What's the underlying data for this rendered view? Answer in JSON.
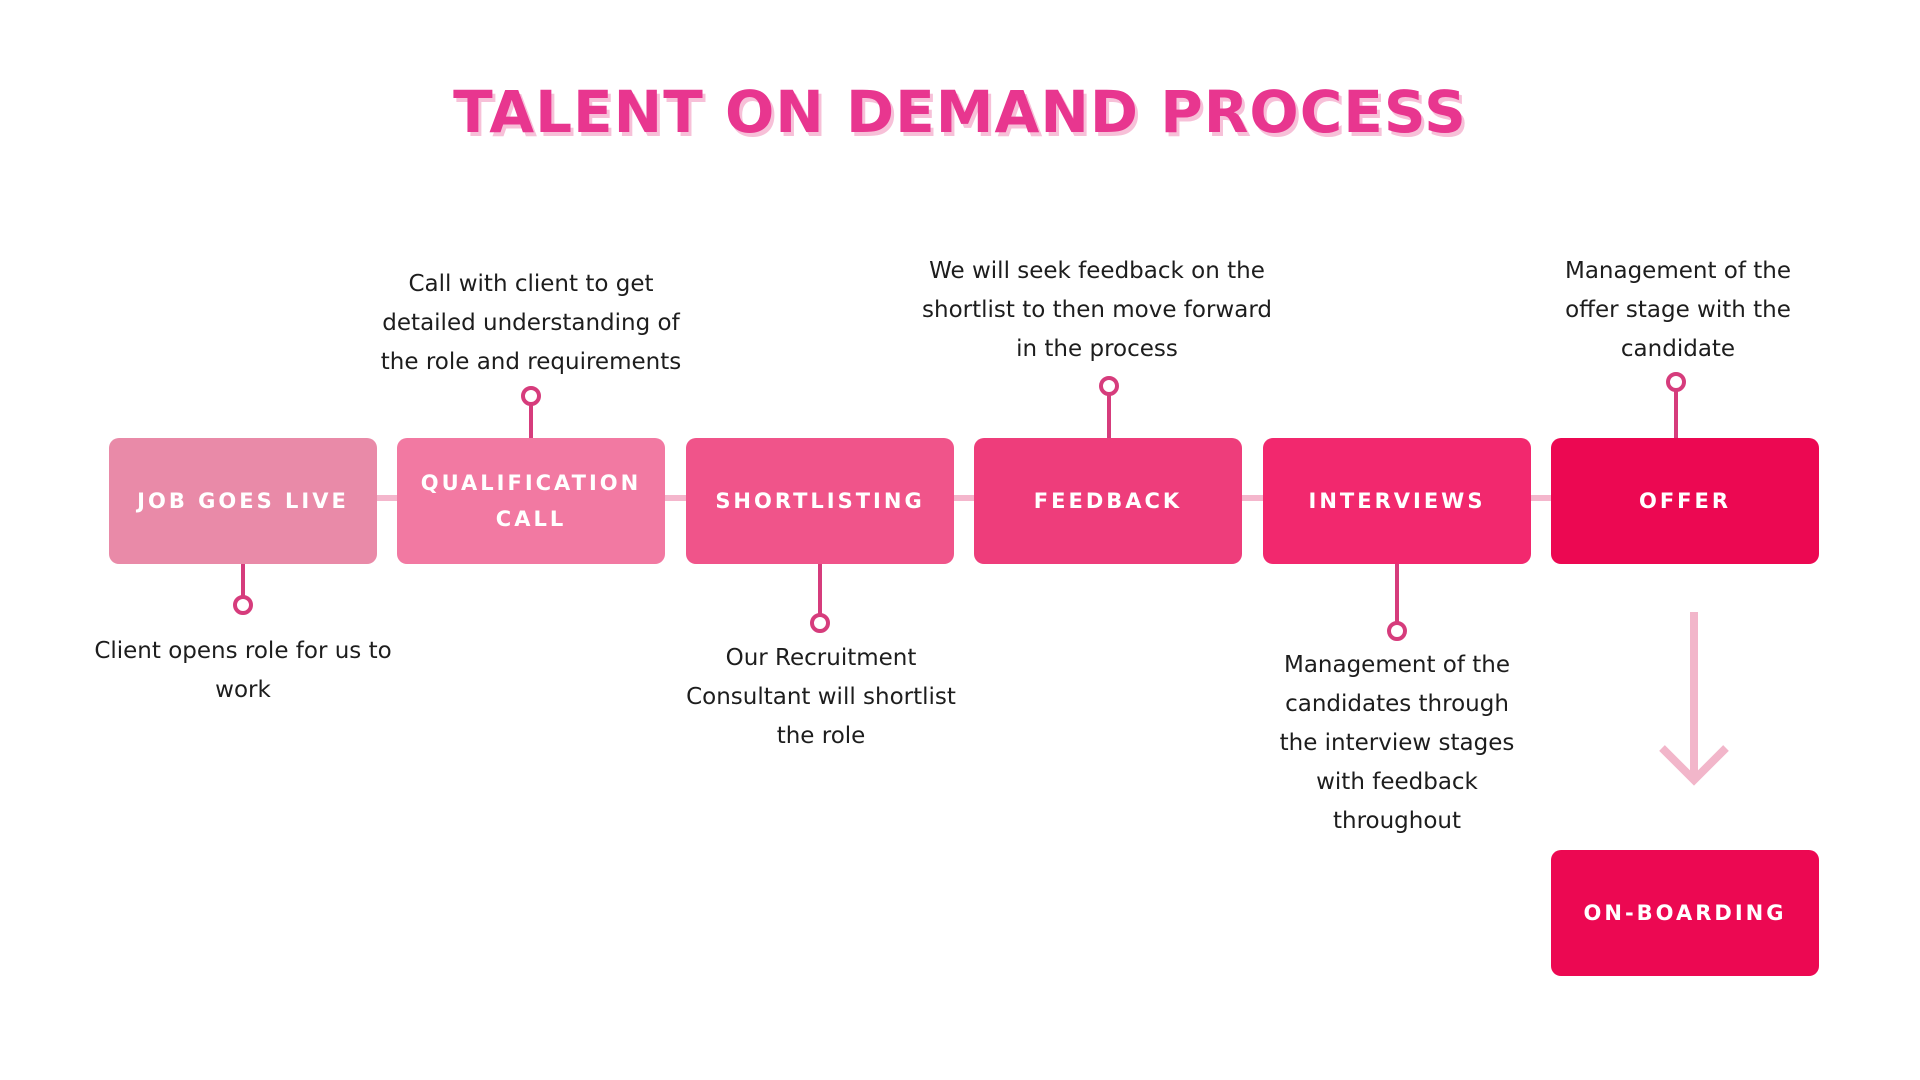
{
  "title": "TALENT ON DEMAND PROCESS",
  "colors": {
    "title": "#e8368f",
    "connector": "#f4b6cc",
    "stem": "#d63c7c",
    "arrow": "#f2b6ca"
  },
  "steps": [
    {
      "label": "JOB GOES LIVE",
      "color": "#e98aa8",
      "description": "Client opens role for us to work"
    },
    {
      "label": "QUALIFICATION\nCALL",
      "color": "#f279a2",
      "description": "Call with client to get detailed understanding of the role and requirements"
    },
    {
      "label": "SHORTLISTING",
      "color": "#f0548a",
      "description": "Our Recruitment Consultant will shortlist the role"
    },
    {
      "label": "FEEDBACK",
      "color": "#ee3d7b",
      "description": "We will seek feedback on the shortlist to then move forward in the process"
    },
    {
      "label": "INTERVIEWS",
      "color": "#f2286e",
      "description": "Management of the candidates through the interview stages with feedback throughout"
    },
    {
      "label": "OFFER",
      "color": "#ec0852",
      "description": "Management of the offer stage with the candidate"
    }
  ],
  "final_step": {
    "label": "ON-BOARDING",
    "color": "#ec0852"
  }
}
